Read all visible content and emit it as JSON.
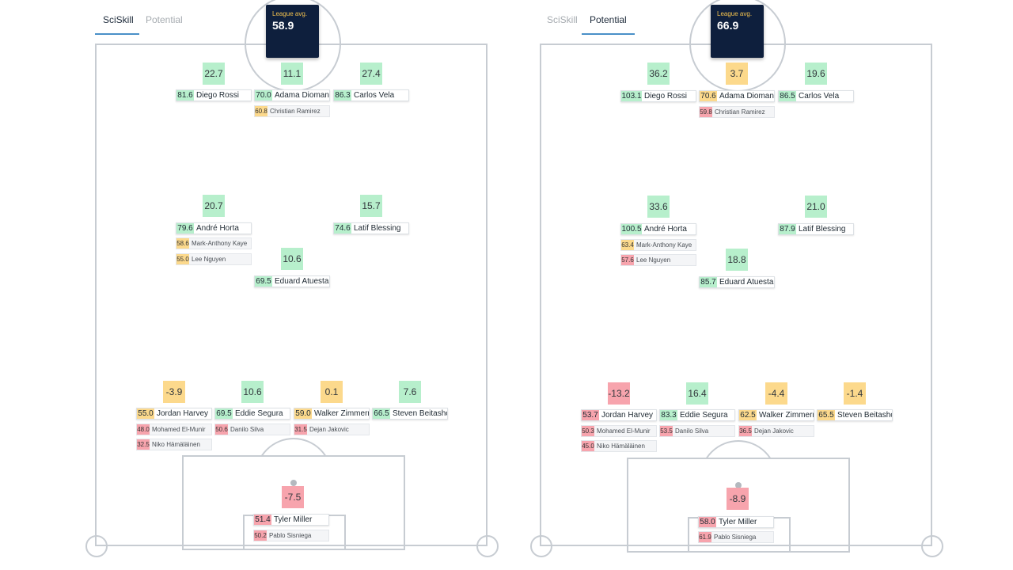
{
  "tabs": [
    {
      "label": "SciSkill"
    },
    {
      "label": "Potential"
    }
  ],
  "avg_label": "League avg.",
  "colors": {
    "positive": "#b7efcc",
    "neutral": "#fcd98c",
    "negative": "#f7a4ad",
    "avg_bg": "#0e1f3d",
    "tab_accent": "#4a90c8"
  },
  "panels": [
    {
      "active_tab": "SciSkill",
      "league_avg": "58.9",
      "players": [
        {
          "delta": "22.7",
          "score": "81.6",
          "name": "Diego Rossi",
          "subs": []
        },
        {
          "delta": "11.1",
          "score": "70.0",
          "name": "Adama Diomande",
          "subs": [
            {
              "score": "60.8",
              "name": "Christian Ramirez"
            }
          ]
        },
        {
          "delta": "27.4",
          "score": "86.3",
          "name": "Carlos Vela",
          "subs": []
        },
        {
          "delta": "20.7",
          "score": "79.6",
          "name": "André Horta",
          "subs": [
            {
              "score": "58.6",
              "name": "Mark-Anthony Kaye"
            },
            {
              "score": "55.0",
              "name": "Lee Nguyen"
            }
          ]
        },
        {
          "delta": "15.7",
          "score": "74.6",
          "name": "Latif Blessing",
          "subs": []
        },
        {
          "delta": "10.6",
          "score": "69.5",
          "name": "Eduard Atuesta",
          "subs": []
        },
        {
          "delta": "-3.9",
          "score": "55.0",
          "name": "Jordan Harvey",
          "subs": [
            {
              "score": "48.0",
              "name": "Mohamed El-Munir"
            },
            {
              "score": "32.5",
              "name": "Niko Hämäläinen"
            }
          ]
        },
        {
          "delta": "10.6",
          "score": "69.5",
          "name": "Eddie Segura",
          "subs": [
            {
              "score": "50.6",
              "name": "Danilo Silva"
            }
          ]
        },
        {
          "delta": "0.1",
          "score": "59.0",
          "name": "Walker Zimmerman",
          "subs": [
            {
              "score": "31.5",
              "name": "Dejan Jakovic"
            }
          ]
        },
        {
          "delta": "7.6",
          "score": "66.5",
          "name": "Steven Beitashour",
          "subs": []
        },
        {
          "delta": "-7.5",
          "score": "51.4",
          "name": "Tyler Miller",
          "subs": [
            {
              "score": "50.2",
              "name": "Pablo Sisniega"
            }
          ]
        }
      ]
    },
    {
      "active_tab": "Potential",
      "league_avg": "66.9",
      "players": [
        {
          "delta": "36.2",
          "score": "103.1",
          "name": "Diego Rossi",
          "subs": []
        },
        {
          "delta": "3.7",
          "score": "70.6",
          "name": "Adama Diomande",
          "subs": [
            {
              "score": "59.8",
              "name": "Christian Ramirez"
            }
          ]
        },
        {
          "delta": "19.6",
          "score": "86.5",
          "name": "Carlos Vela",
          "subs": []
        },
        {
          "delta": "33.6",
          "score": "100.5",
          "name": "André Horta",
          "subs": [
            {
              "score": "63.4",
              "name": "Mark-Anthony Kaye"
            },
            {
              "score": "57.6",
              "name": "Lee Nguyen"
            }
          ]
        },
        {
          "delta": "21.0",
          "score": "87.9",
          "name": "Latif Blessing",
          "subs": []
        },
        {
          "delta": "18.8",
          "score": "85.7",
          "name": "Eduard Atuesta",
          "subs": []
        },
        {
          "delta": "-13.2",
          "score": "53.7",
          "name": "Jordan Harvey",
          "subs": [
            {
              "score": "50.3",
              "name": "Mohamed El-Munir"
            },
            {
              "score": "45.0",
              "name": "Niko Hämäläinen"
            }
          ]
        },
        {
          "delta": "16.4",
          "score": "83.3",
          "name": "Eddie Segura",
          "subs": [
            {
              "score": "53.5",
              "name": "Danilo Silva"
            }
          ]
        },
        {
          "delta": "-4.4",
          "score": "62.5",
          "name": "Walker Zimmerman",
          "subs": [
            {
              "score": "36.5",
              "name": "Dejan Jakovic"
            }
          ]
        },
        {
          "delta": "-1.4",
          "score": "65.5",
          "name": "Steven Beitashour",
          "subs": []
        },
        {
          "delta": "-8.9",
          "score": "58.0",
          "name": "Tyler Miller",
          "subs": [
            {
              "score": "61.9",
              "name": "Pablo Sisniega"
            }
          ]
        }
      ]
    }
  ]
}
